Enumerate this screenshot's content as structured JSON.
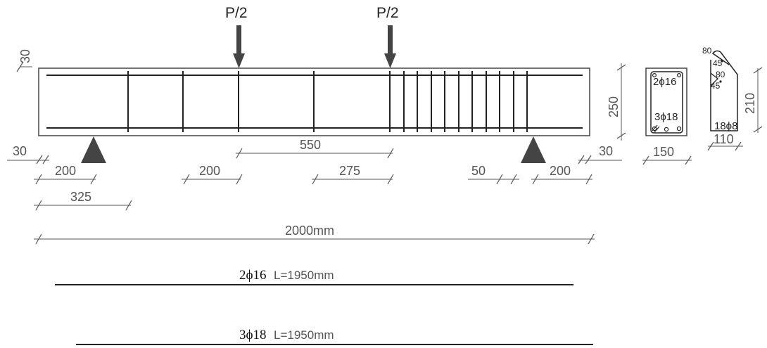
{
  "loads": {
    "left": "P/2",
    "right": "P/2"
  },
  "elevation_dims": {
    "cover_top": "30",
    "cover_left": "30",
    "cover_right": "30",
    "support_left_offset": "200",
    "stirrup_first": "325",
    "load_offset_left": "200",
    "load_spacing": "550",
    "half_load_spacing": "275",
    "stirrup_spacing": "50",
    "support_right_offset": "200",
    "total_length": "2000mm"
  },
  "section": {
    "height": "250",
    "width": "150",
    "top_bars": "2ϕ16",
    "bottom_bars": "3ϕ18"
  },
  "stirrup_detail": {
    "hook_length": "80",
    "hook_angle": "45",
    "hook_length_2": "80",
    "hook_angle_2": "45",
    "height": "210",
    "width": "110",
    "label": "18ϕ8"
  },
  "bars": [
    {
      "name": "2ϕ16",
      "length": "L=1950mm"
    },
    {
      "name": "3ϕ18",
      "length": "L=1950mm"
    }
  ]
}
